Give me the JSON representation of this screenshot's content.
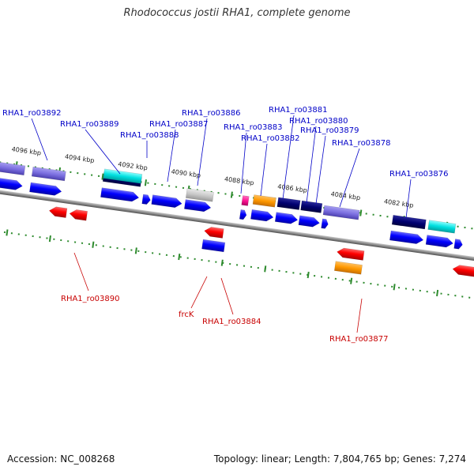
{
  "title": "Rhodococcus jostii RHA1, complete genome",
  "footer": {
    "accession": "Accession: NC_008268",
    "topology": "Topology: linear; Length: 7,804,765 bp; Genes: 7,274"
  },
  "colors": {
    "label_upper": "#0000c8",
    "label_lower": "#c80000",
    "backbone": "#8c8c8c",
    "ruler": "#228b22"
  },
  "kbp_labels": [
    "4096 kbp",
    "4094 kbp",
    "4092 kbp",
    "4090 kbp",
    "4088 kbp",
    "4086 kbp",
    "4084 kbp",
    "4082 kbp"
  ],
  "gene_labels_upper": [
    "RHA1_ro03892",
    "RHA1_ro03889",
    "RHA1_ro03888",
    "RHA1_ro03887",
    "RHA1_ro03886",
    "RHA1_ro03883",
    "RHA1_ro03882",
    "RHA1_ro03881",
    "RHA1_ro03880",
    "RHA1_ro03879",
    "RHA1_ro03878",
    "RHA1_ro03876"
  ],
  "gene_labels_lower": [
    "RHA1_ro03890",
    "frcK",
    "RHA1_ro03884",
    "RHA1_ro03877"
  ]
}
